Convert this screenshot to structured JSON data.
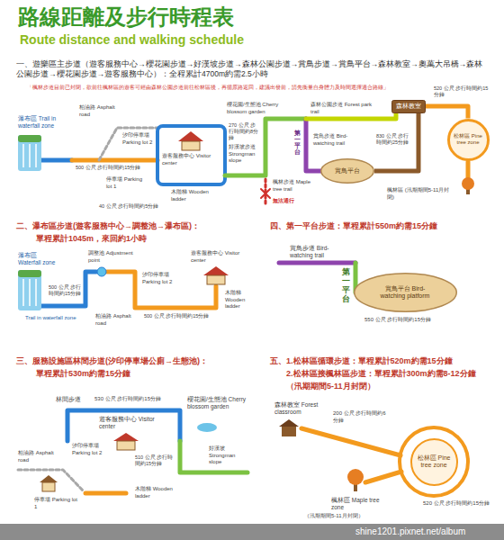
{
  "diagram": {
    "title": "路線距離及步行時程表",
    "nodes": [
      {
        "text": [
          "森林教室"
        ]
      },
      {
        "text": [
          "賞鳥平台"
        ]
      },
      {
        "text": [
          "松林區 Pine tree zone"
        ]
      },
      {
        "text": [
          "賞鳥平台 Bird-watching platform"
        ]
      },
      {
        "text": [
          "松林區 Pine tree zone"
        ]
      }
    ],
    "edges": [
      {
        "from": 1,
        "to": 0,
        "arrow": "none",
        "label": "830 公尺 步行時間約25分鐘"
      },
      {
        "from": 0,
        "to": 2,
        "arrow": "none",
        "label": "520 公尺 步行時間約15分鐘"
      }
    ],
    "labels": [
      "Route distance and walking schedule",
      "一、遊樂區主步道（遊客服務中心→櫻花園步道→好漢坡步道→森林公園步道→賞鳥步道→賞鳥平台→森林教室→奧萬大吊橋→森林公園步道→櫻花園步道→遊客服務中心）：全程累計4700m約需2.5小時",
      "「楓林步道目前已封閉，欲前往楓林區的遊客可經由森林公園步道前往松林區後，再循原路返回，建議出發前，請先衡量自身體力及時間選擇適合路線」",
      "瀑布區 Trail in waterfall zone",
      "500 公尺 步行時間約15分鐘",
      "柏油路 Asphalt road",
      "汐印停車場 Parking lot 2",
      "遊客服務中心 Visitor center",
      "木階梯 Wooden ladder",
      "停車場 Parking lot 1",
      "40 公尺 步行時間約5分鐘",
      "櫻花園/生態池 Cherry blossom garden",
      "270 公尺 步行時間約8分鐘",
      "好漢坡步道 Strongman slope",
      "楓林步道 Maple tree trail",
      "無法通行",
      "森林公園步道 Forest park trail",
      "賞鳥步道 Bird-watching trail",
      "第一平台",
      "楓林區 (汛期期間5-11月封閉)",
      "二、瀑布區步道(遊客服務中心→調整池→瀑布區)：",
      "單程累計1045m，來回約1小時",
      "瀑布區 Waterfall zone",
      "調整池 Adjustment point",
      "500 公尺 步行時間約15分鐘",
      "Trail in waterfall zone",
      "柏油路 Asphalt road",
      "汐印停車場 Parking lot 2",
      "遊客服務中心 Visitor center",
      "木階梯 Wooden ladder",
      "500 公尺 步行時間約15分鐘",
      "四、第一平台步道：單程累計550m約需15分鐘",
      "賞鳥步道 Bird-watching trail",
      "第一平台",
      "550 公尺 步行時間約15分鐘",
      "三、服務設施區林間步道(汐印停車場公廁→生態池)：",
      "單程累計530m約需15分鐘",
      "林間步道",
      "530 公尺 步行時間約15分鐘",
      "櫻花園/生態池 Cherry blossom garden",
      "遊客服務中心 Visitor center",
      "汐印停車場 Parking lot 2",
      "柏油路 Asphalt road",
      "好漢坡 Strongman slope",
      "510 公尺 步行時間約15分鐘",
      "木階梯 Wooden ladder",
      "停車場 Parking lot 1",
      "五、1.松林區循環步道：單程累計520m約需15分鐘",
      "2.松林區接楓林區步道：單程累計300m約需8-12分鐘",
      "（汛期期間5-11月封閉）",
      "森林教室 Forest classroom",
      "200 公尺 步行時間約6分鐘",
      "楓林區 Maple tree zone",
      "（汛期期間5-11月封閉）",
      "520 公尺 步行時間約15分鐘",
      "shine1201.pixnet.net/album"
    ]
  }
}
